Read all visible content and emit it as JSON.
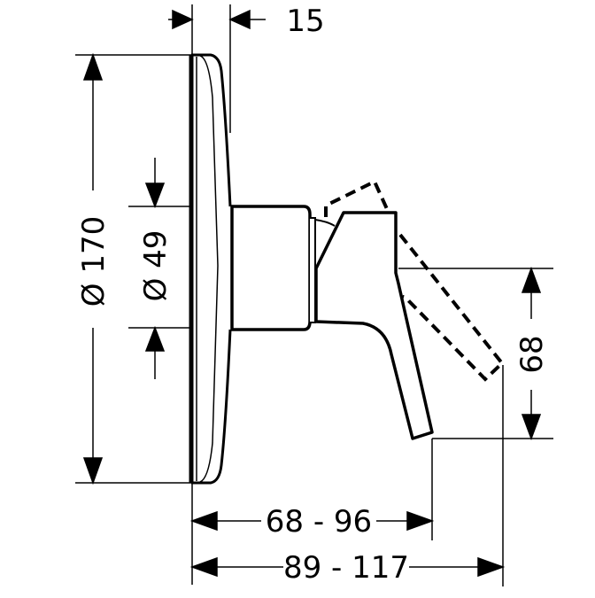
{
  "drawing": {
    "dim_wall_gap": "15",
    "dim_plate_diameter": "Ø 170",
    "dim_body_diameter": "Ø 49",
    "dim_handle_height": "68",
    "dim_handle_projection": "68 - 96",
    "dim_total_projection": "89 - 117"
  }
}
